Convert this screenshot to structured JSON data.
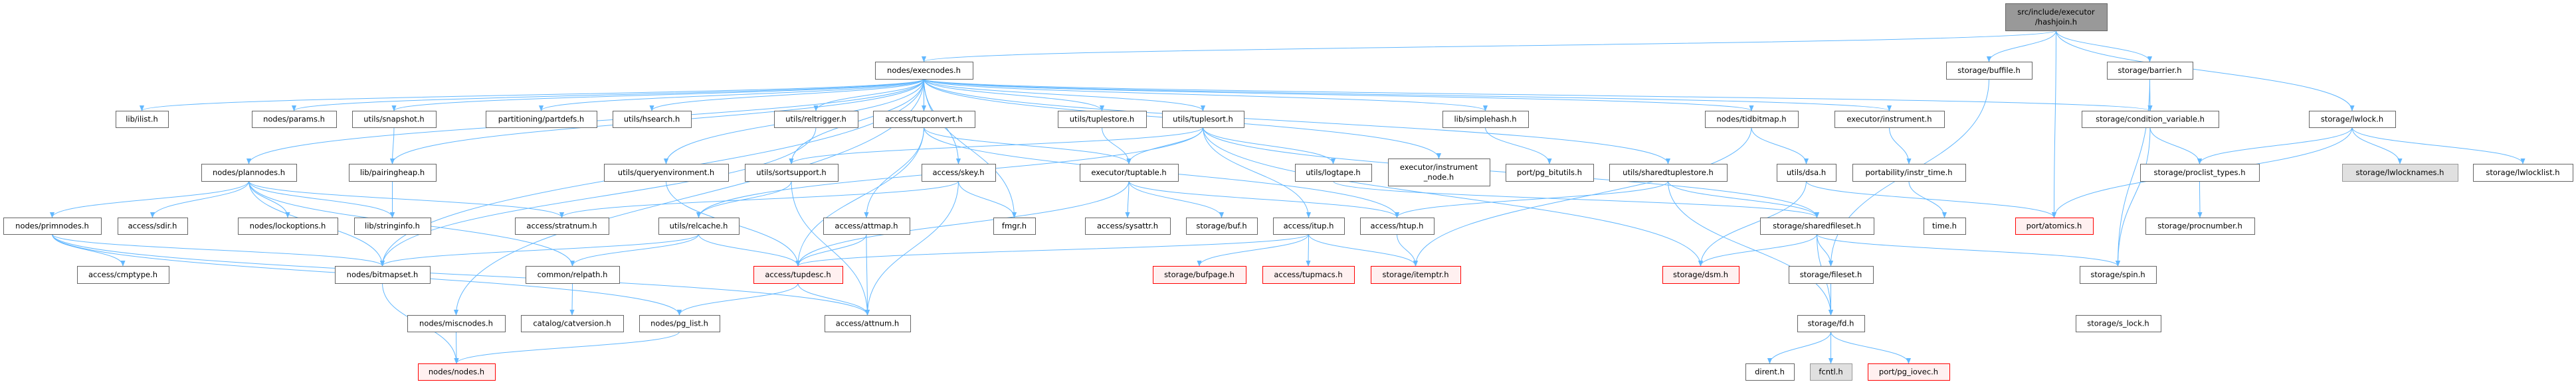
{
  "title": "src/include/executor/hashjoin.h include dependency graph",
  "colors": {
    "edge": "#63b8ff",
    "root_fill": "#999999",
    "missing_border": "#ff0000",
    "missing_fill": "#fff0f0",
    "external_fill": "#e0e0e0"
  },
  "nodes": [
    {
      "id": "hashjoin",
      "label": [
        "src/include/executor",
        "/hashjoin.h"
      ],
      "kind": "root"
    },
    {
      "id": "execnodes",
      "label": [
        "nodes/execnodes.h"
      ],
      "kind": "normal"
    },
    {
      "id": "buffile",
      "label": [
        "storage/buffile.h"
      ],
      "kind": "normal"
    },
    {
      "id": "barrier",
      "label": [
        "storage/barrier.h"
      ],
      "kind": "normal"
    },
    {
      "id": "ilist",
      "label": [
        "lib/ilist.h"
      ],
      "kind": "normal"
    },
    {
      "id": "params",
      "label": [
        "nodes/params.h"
      ],
      "kind": "normal"
    },
    {
      "id": "snapshot",
      "label": [
        "utils/snapshot.h"
      ],
      "kind": "normal"
    },
    {
      "id": "partdefs",
      "label": [
        "partitioning/partdefs.h"
      ],
      "kind": "normal"
    },
    {
      "id": "hsearch",
      "label": [
        "utils/hsearch.h"
      ],
      "kind": "normal"
    },
    {
      "id": "reltrigger",
      "label": [
        "utils/reltrigger.h"
      ],
      "kind": "normal"
    },
    {
      "id": "tupconvert",
      "label": [
        "access/tupconvert.h"
      ],
      "kind": "normal"
    },
    {
      "id": "tuplestore",
      "label": [
        "utils/tuplestore.h"
      ],
      "kind": "normal"
    },
    {
      "id": "tuplesort",
      "label": [
        "utils/tuplesort.h"
      ],
      "kind": "normal"
    },
    {
      "id": "simplehash",
      "label": [
        "lib/simplehash.h"
      ],
      "kind": "normal"
    },
    {
      "id": "tidbitmap",
      "label": [
        "nodes/tidbitmap.h"
      ],
      "kind": "normal"
    },
    {
      "id": "instrument",
      "label": [
        "executor/instrument.h"
      ],
      "kind": "normal"
    },
    {
      "id": "condvar",
      "label": [
        "storage/condition_variable.h"
      ],
      "kind": "normal"
    },
    {
      "id": "lwlock",
      "label": [
        "storage/lwlock.h"
      ],
      "kind": "normal"
    },
    {
      "id": "plannodes",
      "label": [
        "nodes/plannodes.h"
      ],
      "kind": "normal"
    },
    {
      "id": "pairingheap",
      "label": [
        "lib/pairingheap.h"
      ],
      "kind": "normal"
    },
    {
      "id": "queryenv",
      "label": [
        "utils/queryenvironment.h"
      ],
      "kind": "normal"
    },
    {
      "id": "sortsupport",
      "label": [
        "utils/sortsupport.h"
      ],
      "kind": "normal"
    },
    {
      "id": "skey",
      "label": [
        "access/skey.h"
      ],
      "kind": "normal"
    },
    {
      "id": "tuptable",
      "label": [
        "executor/tuptable.h"
      ],
      "kind": "normal"
    },
    {
      "id": "logtape",
      "label": [
        "utils/logtape.h"
      ],
      "kind": "normal"
    },
    {
      "id": "instrnode",
      "label": [
        "executor/instrument",
        "_node.h"
      ],
      "kind": "normal"
    },
    {
      "id": "pgbitutils",
      "label": [
        "port/pg_bitutils.h"
      ],
      "kind": "normal"
    },
    {
      "id": "sharedts",
      "label": [
        "utils/sharedtuplestore.h"
      ],
      "kind": "normal"
    },
    {
      "id": "dsa",
      "label": [
        "utils/dsa.h"
      ],
      "kind": "normal"
    },
    {
      "id": "instrtime",
      "label": [
        "portability/instr_time.h"
      ],
      "kind": "normal"
    },
    {
      "id": "proclist",
      "label": [
        "storage/proclist_types.h"
      ],
      "kind": "normal"
    },
    {
      "id": "lwlocknames",
      "label": [
        "storage/lwlocknames.h"
      ],
      "kind": "gray"
    },
    {
      "id": "lwlocklist",
      "label": [
        "storage/lwlocklist.h"
      ],
      "kind": "normal"
    },
    {
      "id": "primnodes",
      "label": [
        "nodes/primnodes.h"
      ],
      "kind": "normal"
    },
    {
      "id": "sdir",
      "label": [
        "access/sdir.h"
      ],
      "kind": "normal"
    },
    {
      "id": "lockoptions",
      "label": [
        "nodes/lockoptions.h"
      ],
      "kind": "normal"
    },
    {
      "id": "stringinfo",
      "label": [
        "lib/stringinfo.h"
      ],
      "kind": "normal"
    },
    {
      "id": "stratnum",
      "label": [
        "access/stratnum.h"
      ],
      "kind": "normal"
    },
    {
      "id": "relcache",
      "label": [
        "utils/relcache.h"
      ],
      "kind": "normal"
    },
    {
      "id": "attmap",
      "label": [
        "access/attmap.h"
      ],
      "kind": "normal"
    },
    {
      "id": "fmgr",
      "label": [
        "fmgr.h"
      ],
      "kind": "normal"
    },
    {
      "id": "sysattr",
      "label": [
        "access/sysattr.h"
      ],
      "kind": "normal"
    },
    {
      "id": "buf",
      "label": [
        "storage/buf.h"
      ],
      "kind": "normal"
    },
    {
      "id": "itup",
      "label": [
        "access/itup.h"
      ],
      "kind": "normal"
    },
    {
      "id": "htup",
      "label": [
        "access/htup.h"
      ],
      "kind": "normal"
    },
    {
      "id": "sharedfileset",
      "label": [
        "storage/sharedfileset.h"
      ],
      "kind": "normal"
    },
    {
      "id": "time",
      "label": [
        "time.h"
      ],
      "kind": "normal"
    },
    {
      "id": "atomics",
      "label": [
        "port/atomics.h"
      ],
      "kind": "red"
    },
    {
      "id": "procnumber",
      "label": [
        "storage/procnumber.h"
      ],
      "kind": "normal"
    },
    {
      "id": "cmptype",
      "label": [
        "access/cmptype.h"
      ],
      "kind": "normal"
    },
    {
      "id": "bitmapset",
      "label": [
        "nodes/bitmapset.h"
      ],
      "kind": "normal"
    },
    {
      "id": "relpath",
      "label": [
        "common/relpath.h"
      ],
      "kind": "normal"
    },
    {
      "id": "tupdesc",
      "label": [
        "access/tupdesc.h"
      ],
      "kind": "red"
    },
    {
      "id": "bufpage",
      "label": [
        "storage/bufpage.h"
      ],
      "kind": "red"
    },
    {
      "id": "tupmacs",
      "label": [
        "access/tupmacs.h"
      ],
      "kind": "red"
    },
    {
      "id": "itemptr",
      "label": [
        "storage/itemptr.h"
      ],
      "kind": "red"
    },
    {
      "id": "dsm",
      "label": [
        "storage/dsm.h"
      ],
      "kind": "red"
    },
    {
      "id": "fileset",
      "label": [
        "storage/fileset.h"
      ],
      "kind": "normal"
    },
    {
      "id": "spin",
      "label": [
        "storage/spin.h"
      ],
      "kind": "normal"
    },
    {
      "id": "miscnodes",
      "label": [
        "nodes/miscnodes.h"
      ],
      "kind": "normal"
    },
    {
      "id": "catversion",
      "label": [
        "catalog/catversion.h"
      ],
      "kind": "normal"
    },
    {
      "id": "pglist",
      "label": [
        "nodes/pg_list.h"
      ],
      "kind": "normal"
    },
    {
      "id": "attnum",
      "label": [
        "access/attnum.h"
      ],
      "kind": "normal"
    },
    {
      "id": "fd",
      "label": [
        "storage/fd.h"
      ],
      "kind": "normal"
    },
    {
      "id": "slock",
      "label": [
        "storage/s_lock.h"
      ],
      "kind": "normal"
    },
    {
      "id": "nodes",
      "label": [
        "nodes/nodes.h"
      ],
      "kind": "red"
    },
    {
      "id": "dirent",
      "label": [
        "dirent.h"
      ],
      "kind": "normal"
    },
    {
      "id": "fcntl",
      "label": [
        "fcntl.h"
      ],
      "kind": "gray"
    },
    {
      "id": "pgiovec",
      "label": [
        "port/pg_iovec.h"
      ],
      "kind": "red"
    }
  ],
  "edges": [
    [
      "hashjoin",
      "execnodes"
    ],
    [
      "hashjoin",
      "buffile"
    ],
    [
      "hashjoin",
      "atomics"
    ],
    [
      "hashjoin",
      "barrier"
    ],
    [
      "hashjoin",
      "lwlock"
    ],
    [
      "barrier",
      "condvar"
    ],
    [
      "barrier",
      "spin"
    ],
    [
      "buffile",
      "fileset"
    ],
    [
      "lwlock",
      "proclist"
    ],
    [
      "lwlock",
      "atomics"
    ],
    [
      "lwlock",
      "lwlocknames"
    ],
    [
      "lwlock",
      "lwlocklist"
    ],
    [
      "condvar",
      "proclist"
    ],
    [
      "condvar",
      "spin"
    ],
    [
      "proclist",
      "procnumber"
    ],
    [
      "instrument",
      "instrtime"
    ],
    [
      "instrtime",
      "time"
    ],
    [
      "tidbitmap",
      "dsa"
    ],
    [
      "tidbitmap",
      "itemptr"
    ],
    [
      "dsa",
      "dsm"
    ],
    [
      "dsa",
      "atomics"
    ],
    [
      "sharedts",
      "htup"
    ],
    [
      "sharedts",
      "sharedfileset"
    ],
    [
      "sharedts",
      "fd"
    ],
    [
      "sharedfileset",
      "dsm"
    ],
    [
      "sharedfileset",
      "fileset"
    ],
    [
      "sharedfileset",
      "fd"
    ],
    [
      "sharedfileset",
      "spin"
    ],
    [
      "fileset",
      "fd"
    ],
    [
      "fd",
      "dirent"
    ],
    [
      "fd",
      "fcntl"
    ],
    [
      "fd",
      "pgiovec"
    ],
    [
      "simplehash",
      "pgbitutils"
    ],
    [
      "logtape",
      "sharedfileset"
    ],
    [
      "tuplesort",
      "relcache"
    ],
    [
      "tuplesort",
      "tuptable"
    ],
    [
      "tuplesort",
      "itup"
    ],
    [
      "tuplesort",
      "logtape"
    ],
    [
      "tuplesort",
      "sharedfileset"
    ],
    [
      "tuplesort",
      "sortsupport"
    ],
    [
      "tuplesort",
      "dsm"
    ],
    [
      "tuplestore",
      "tuptable"
    ],
    [
      "tuptable",
      "tupdesc"
    ],
    [
      "tuptable",
      "sysattr"
    ],
    [
      "tuptable",
      "buf"
    ],
    [
      "tuptable",
      "htup"
    ],
    [
      "itup",
      "tupdesc"
    ],
    [
      "itup",
      "bufpage"
    ],
    [
      "itup",
      "tupmacs"
    ],
    [
      "itup",
      "itemptr"
    ],
    [
      "htup",
      "itemptr"
    ],
    [
      "skey",
      "fmgr"
    ],
    [
      "skey",
      "attnum"
    ],
    [
      "skey",
      "stratnum"
    ],
    [
      "tupconvert",
      "attmap"
    ],
    [
      "tupconvert",
      "tupdesc"
    ],
    [
      "tupconvert",
      "tuptable"
    ],
    [
      "tupconvert",
      "htup"
    ],
    [
      "attmap",
      "tupdesc"
    ],
    [
      "attmap",
      "attnum"
    ],
    [
      "tupdesc",
      "pglist"
    ],
    [
      "tupdesc",
      "attnum"
    ],
    [
      "relcache",
      "relpath"
    ],
    [
      "relcache",
      "tupdesc"
    ],
    [
      "relcache",
      "bitmapset"
    ],
    [
      "sortsupport",
      "relcache"
    ],
    [
      "sortsupport",
      "attnum"
    ],
    [
      "queryenv",
      "tupdesc"
    ],
    [
      "reltrigger",
      "bitmapset"
    ],
    [
      "relpath",
      "catversion"
    ],
    [
      "pglist",
      "nodes"
    ],
    [
      "bitmapset",
      "nodes"
    ],
    [
      "miscnodes",
      "nodes"
    ],
    [
      "snapshot",
      "pairingheap"
    ],
    [
      "pairingheap",
      "stringinfo"
    ],
    [
      "plannodes",
      "primnodes"
    ],
    [
      "plannodes",
      "sdir"
    ],
    [
      "plannodes",
      "lockoptions"
    ],
    [
      "plannodes",
      "stringinfo"
    ],
    [
      "plannodes",
      "bitmapset"
    ],
    [
      "plannodes",
      "stratnum"
    ],
    [
      "plannodes",
      "relpath"
    ],
    [
      "primnodes",
      "cmptype"
    ],
    [
      "primnodes",
      "bitmapset"
    ],
    [
      "primnodes",
      "pglist"
    ],
    [
      "primnodes",
      "attnum"
    ],
    [
      "execnodes",
      "ilist"
    ],
    [
      "execnodes",
      "params"
    ],
    [
      "execnodes",
      "snapshot"
    ],
    [
      "execnodes",
      "plannodes"
    ],
    [
      "execnodes",
      "pairingheap"
    ],
    [
      "execnodes",
      "miscnodes"
    ],
    [
      "execnodes",
      "partdefs"
    ],
    [
      "execnodes",
      "hsearch"
    ],
    [
      "execnodes",
      "reltrigger"
    ],
    [
      "execnodes",
      "tupconvert"
    ],
    [
      "execnodes",
      "queryenv"
    ],
    [
      "execnodes",
      "sortsupport"
    ],
    [
      "execnodes",
      "skey"
    ],
    [
      "execnodes",
      "fmgr"
    ],
    [
      "execnodes",
      "tuplestore"
    ],
    [
      "execnodes",
      "tuplesort"
    ],
    [
      "execnodes",
      "instrnode"
    ],
    [
      "execnodes",
      "simplehash"
    ],
    [
      "execnodes",
      "sharedts"
    ],
    [
      "execnodes",
      "tidbitmap"
    ],
    [
      "execnodes",
      "instrument"
    ],
    [
      "execnodes",
      "condvar"
    ],
    [
      "execnodes",
      "bitmapset"
    ]
  ]
}
